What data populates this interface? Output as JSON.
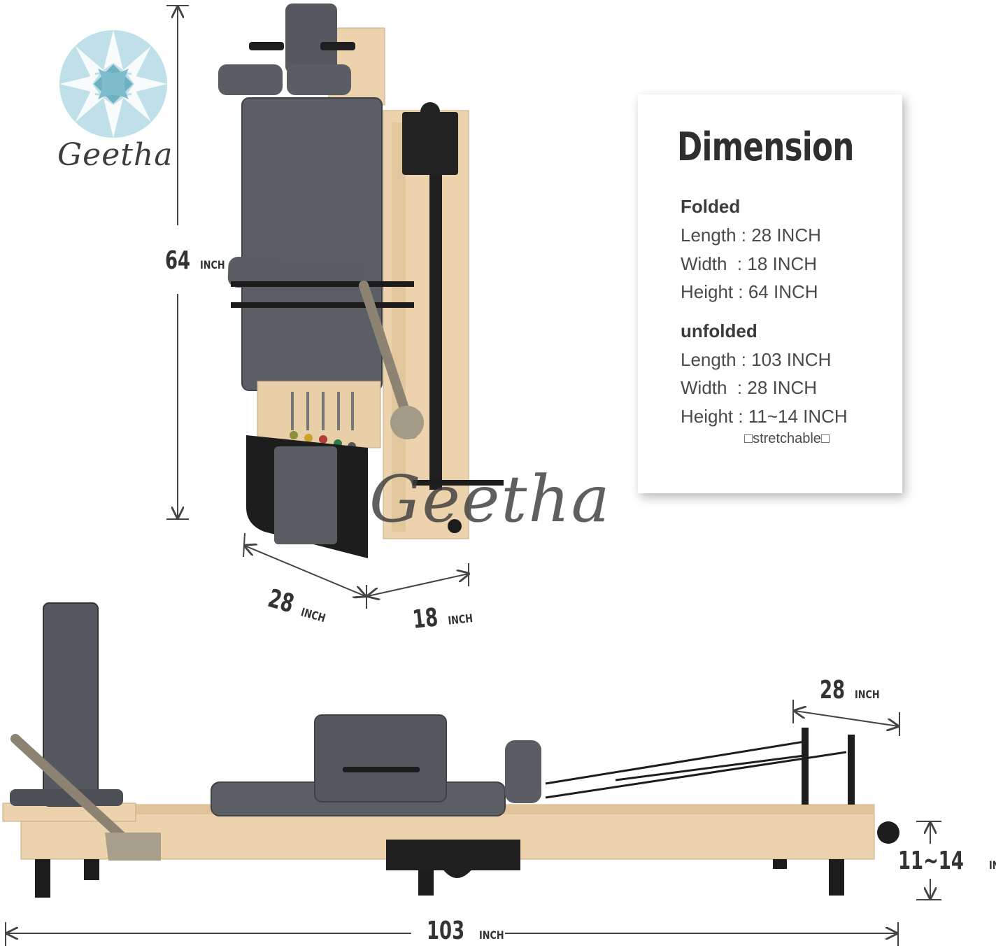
{
  "brand": {
    "name": "Geetha",
    "watermark": "Geetha"
  },
  "card": {
    "title": "Dimension",
    "folded": {
      "heading": "Folded",
      "length": "Length : 28 INCH",
      "width": "Width  : 18 INCH",
      "height": "Height : 64 INCH"
    },
    "unfolded": {
      "heading": "unfolded",
      "length": "Length : 103 INCH",
      "width": "Width  : 28 INCH",
      "height": "Height : 11~14 INCH",
      "note": "□stretchable□"
    }
  },
  "dimensions": {
    "folded_height": {
      "value": "64",
      "unit": "INCH"
    },
    "folded_length": {
      "value": "28",
      "unit": "INCH"
    },
    "folded_width": {
      "value": "18",
      "unit": "INCH"
    },
    "unfolded_width": {
      "value": "28",
      "unit": "INCH"
    },
    "unfolded_height": {
      "value": "11~14",
      "unit": "INCH"
    },
    "unfolded_length": {
      "value": "103",
      "unit": "INCH"
    }
  },
  "colors": {
    "upholstery": "#5a5d63",
    "wood": "#e8cfa8",
    "metal": "#1e1e1e",
    "logo_blue": "#a9d6e0",
    "logo_teal": "#78b7c5"
  }
}
